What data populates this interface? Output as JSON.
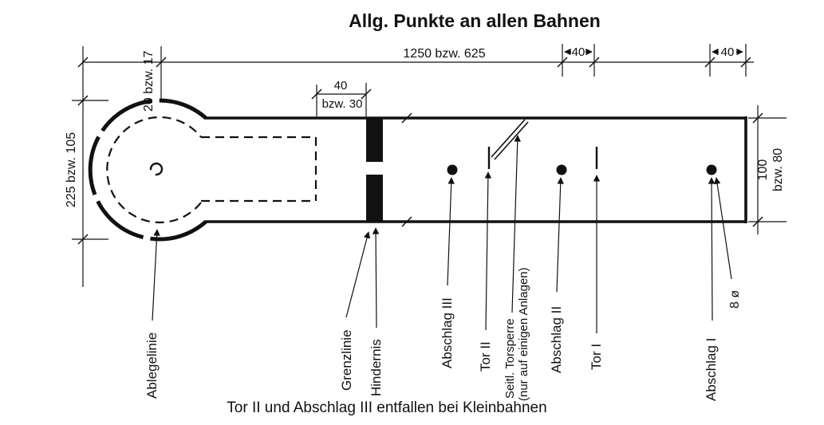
{
  "title": "Allg. Punkte an allen Bahnen",
  "footer": "Tor II und Abschlag III entfallen bei Kleinbahnen",
  "dims": {
    "total_length": "1250 bzw. 625",
    "gap_a": "40",
    "gap_b": "40",
    "ring_width": "20 bzw. 17",
    "circle_diameter": "225 bzw. 105",
    "obstacle_w1": "40",
    "obstacle_w2": "bzw. 30",
    "lane_w1": "100",
    "lane_w2": "bzw. 80",
    "hole_d": "8 ø"
  },
  "labels": {
    "ablegelinie": "Ablegelinie",
    "grenzlinie": "Grenzlinie",
    "hindernis": "Hindernis",
    "abschlag_iii": "Abschlag III",
    "tor_ii": "Tor II",
    "torsperre_1": "Seitl. Torsperre",
    "torsperre_2": "(nur auf einigen Anlagen)",
    "abschlag_ii": "Abschlag II",
    "tor_i": "Tor I",
    "abschlag_i": "Abschlag I"
  },
  "colors": {
    "ink": "#111111",
    "background": "#ffffff"
  }
}
